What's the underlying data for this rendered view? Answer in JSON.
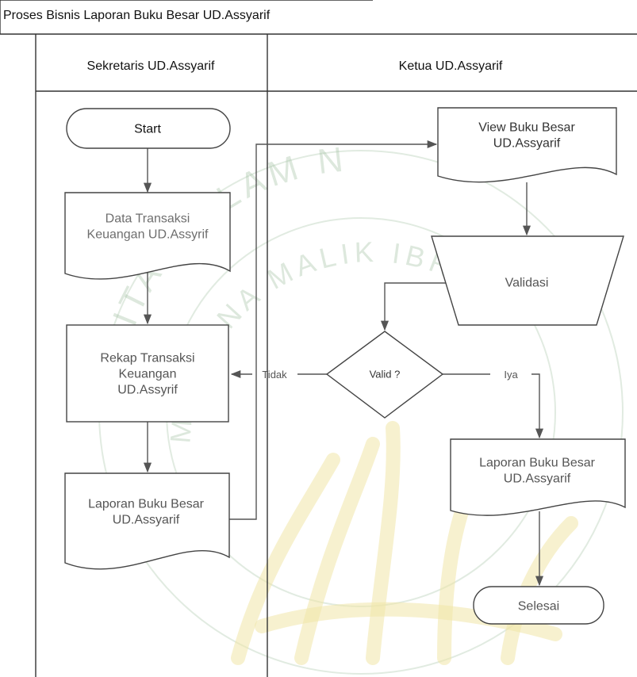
{
  "title": "Proses Bisnis Laporan Buku Besar UD.Assyarif",
  "lanes": [
    {
      "id": "sekretaris",
      "label": "Sekretaris UD.Assyarif"
    },
    {
      "id": "ketua",
      "label": "Ketua UD.Assyarif"
    }
  ],
  "nodes": {
    "start": {
      "lines": [
        "Start"
      ],
      "color": "#111111"
    },
    "data_trans": {
      "lines": [
        "Data Transaksi",
        "Keuangan UD.Assyrif"
      ],
      "color": "#6e6e6e"
    },
    "rekap": {
      "lines": [
        "Rekap Transaksi",
        "Keuangan",
        "UD.Assyrif"
      ],
      "color": "#555555"
    },
    "laporan_left": {
      "lines": [
        "Laporan Buku Besar",
        "UD.Assyarif"
      ],
      "color": "#555555"
    },
    "view": {
      "lines": [
        "View Buku Besar",
        "UD.Assyarif"
      ],
      "color": "#333333"
    },
    "validasi": {
      "lines": [
        "Validasi"
      ],
      "color": "#555555"
    },
    "valid": {
      "lines": [
        "Valid ?"
      ],
      "color": "#333333"
    },
    "laporan_right": {
      "lines": [
        "Laporan Buku Besar",
        "UD.Assyarif"
      ],
      "color": "#555555"
    },
    "selesai": {
      "lines": [
        "Selesai"
      ],
      "color": "#555555"
    }
  },
  "edge_labels": {
    "no": "Tidak",
    "yes": "Iya"
  },
  "watermark": {
    "arc_text_top": "ERSITAS ISLAM N",
    "arc_text_bottom": "MAULANA MALIK IBR",
    "color": "#9fbf9f"
  }
}
